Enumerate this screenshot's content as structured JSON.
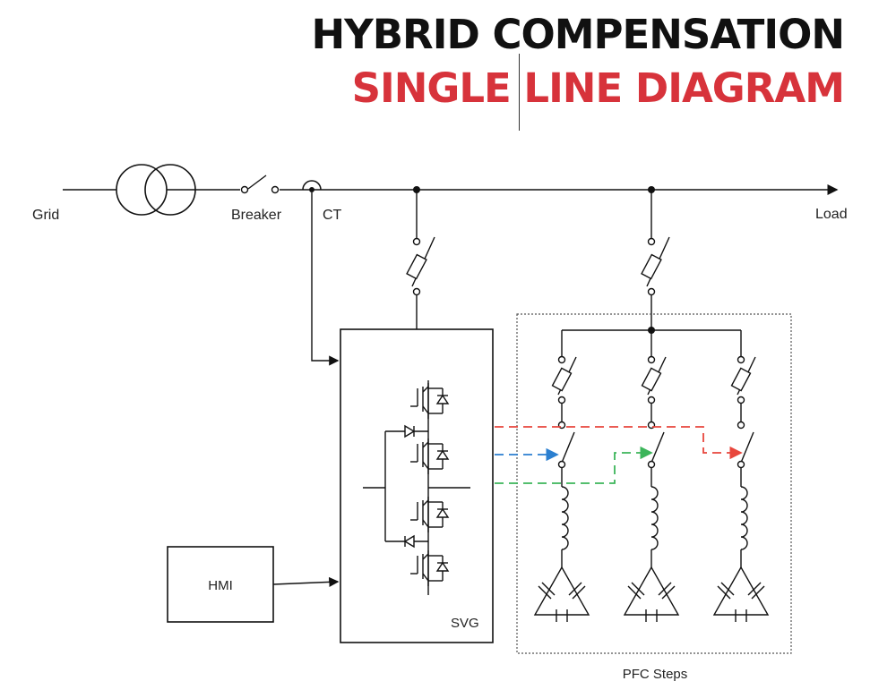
{
  "title": {
    "line1": "HYBRID COMPENSATION",
    "line2": "SINGLE LINE DIAGRAM"
  },
  "labels": {
    "grid": "Grid",
    "breaker": "Breaker",
    "ct": "CT",
    "load": "Load",
    "svg": "SVG",
    "hmi": "HMI",
    "pfc_steps": "PFC Steps"
  },
  "colors": {
    "title_primary": "#111111",
    "title_accent": "#d7333b",
    "control_red": "#e8463c",
    "control_blue": "#2b7fd0",
    "control_green": "#3cb55a"
  }
}
